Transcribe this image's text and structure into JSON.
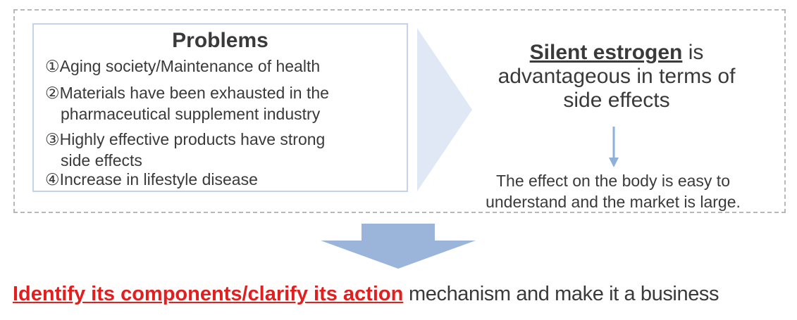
{
  "problems": {
    "title": "Problems",
    "items": [
      {
        "line1": "①Aging society/Maintenance of health"
      },
      {
        "line1": "②Materials have been exhausted in the",
        "line2": "pharmaceutical supplement industry"
      },
      {
        "line1": "③Highly effective products have strong",
        "line2": "side effects"
      },
      {
        "line1": "④Increase in lifestyle disease"
      }
    ]
  },
  "solution": {
    "emphasis": "Silent estrogen",
    "line1_rest": " is",
    "line2": "advantageous in terms of",
    "line3": "side effects"
  },
  "effect": {
    "line1": "The effect on the body is easy to",
    "line2": "understand and the market is large."
  },
  "conclusion": {
    "highlight": "Identify its components/clarify its action",
    "rest": " mechanism and make it a business"
  },
  "colors": {
    "accent_red": "#e01f1f",
    "box_border": "#c3d3ea",
    "chevron_fill": "#dfe8f4",
    "arrow_fill": "#9ab5d9",
    "small_arrow": "#8fb0d8",
    "dashed_border": "#b8b8b8"
  }
}
